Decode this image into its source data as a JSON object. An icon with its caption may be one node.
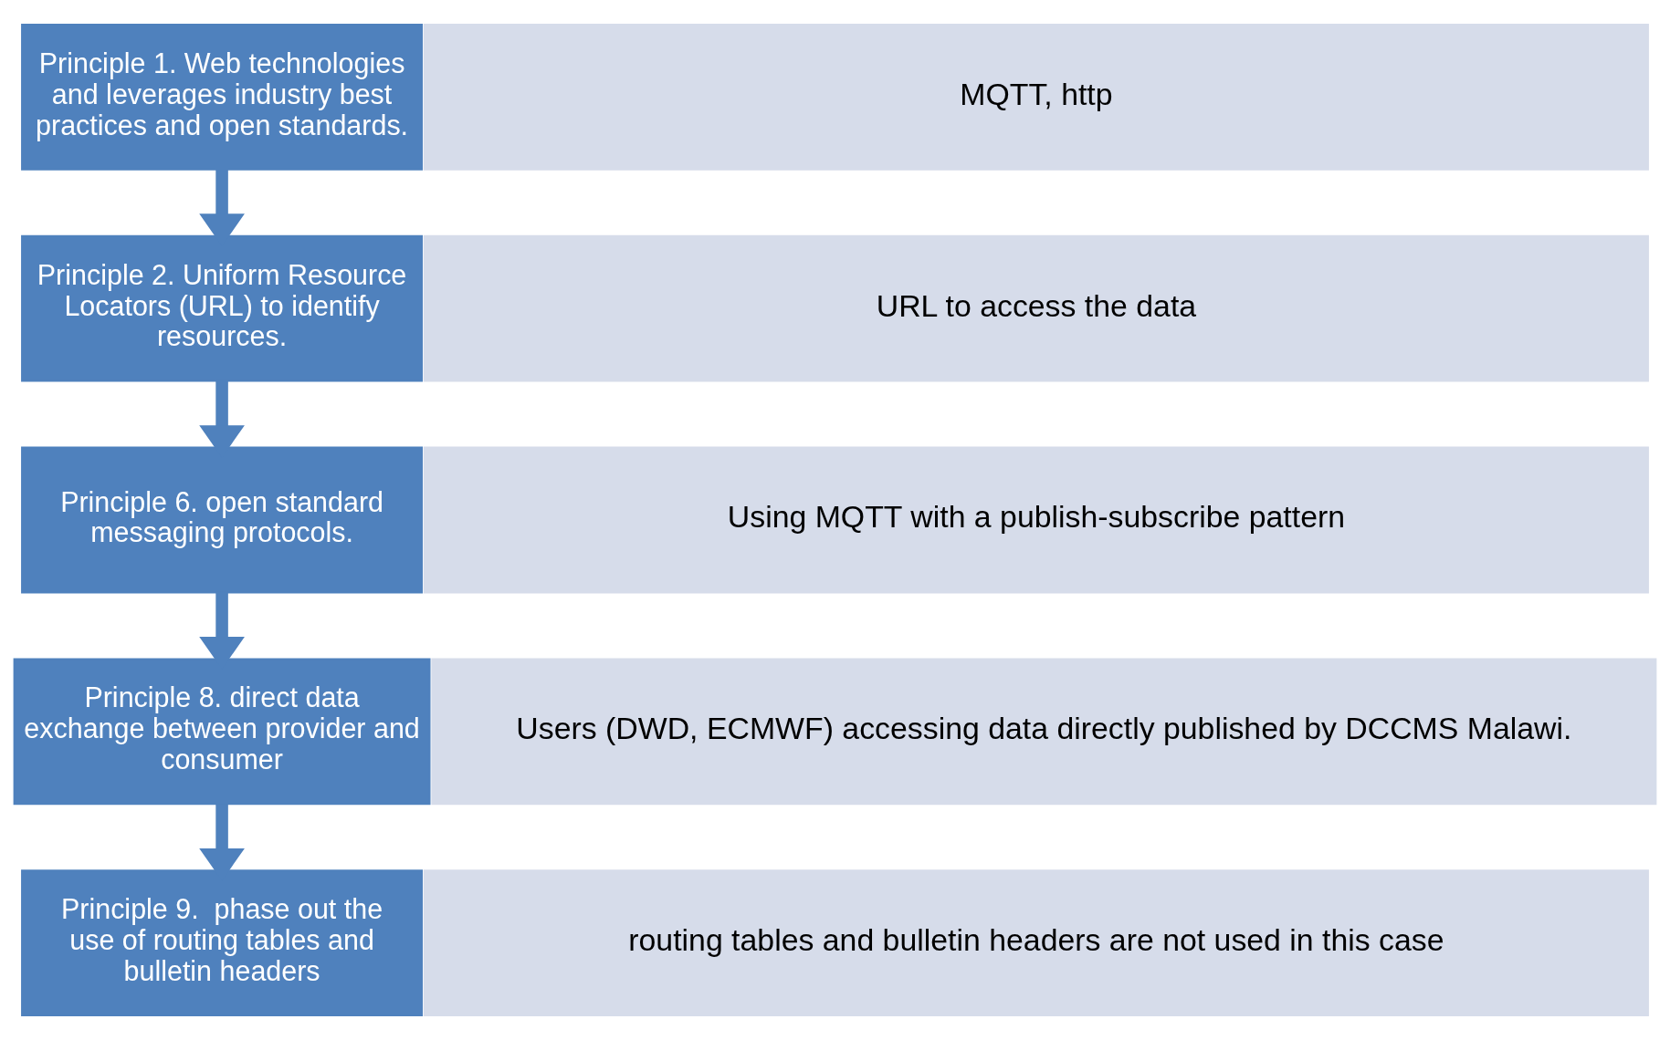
{
  "diagram": {
    "nodes": [
      {
        "text": [
          "Principle 1. Web technologies and leverages industry best practices and open standards."
        ]
      },
      {
        "text": [
          "MQTT, http"
        ]
      },
      {
        "text": [
          "Principle 2. Uniform Resource Locators (URL) to identify resources."
        ]
      },
      {
        "text": [
          "URL to access the data"
        ]
      },
      {
        "text": [
          "Principle 6. open standard messaging protocols."
        ]
      },
      {
        "text": [
          "Using MQTT with a publish-subscribe pattern"
        ]
      },
      {
        "text": [
          "Principle 8. direct data exchange between provider and consumer"
        ]
      },
      {
        "text": [
          "Users (DWD, ECMWF) accessing data directly published by DCCMS Malawi."
        ]
      },
      {
        "text": [
          "Principle 9.  phase out the use of routing tables and bulletin headers"
        ]
      },
      {
        "text": [
          "routing tables and bulletin headers are not used in this case"
        ]
      }
    ],
    "edges": [
      {
        "from": 0,
        "to": 2,
        "arrow": "to"
      },
      {
        "from": 2,
        "to": 4,
        "arrow": "to"
      },
      {
        "from": 4,
        "to": 6,
        "arrow": "to"
      },
      {
        "from": 6,
        "to": 8,
        "arrow": "to"
      }
    ]
  }
}
